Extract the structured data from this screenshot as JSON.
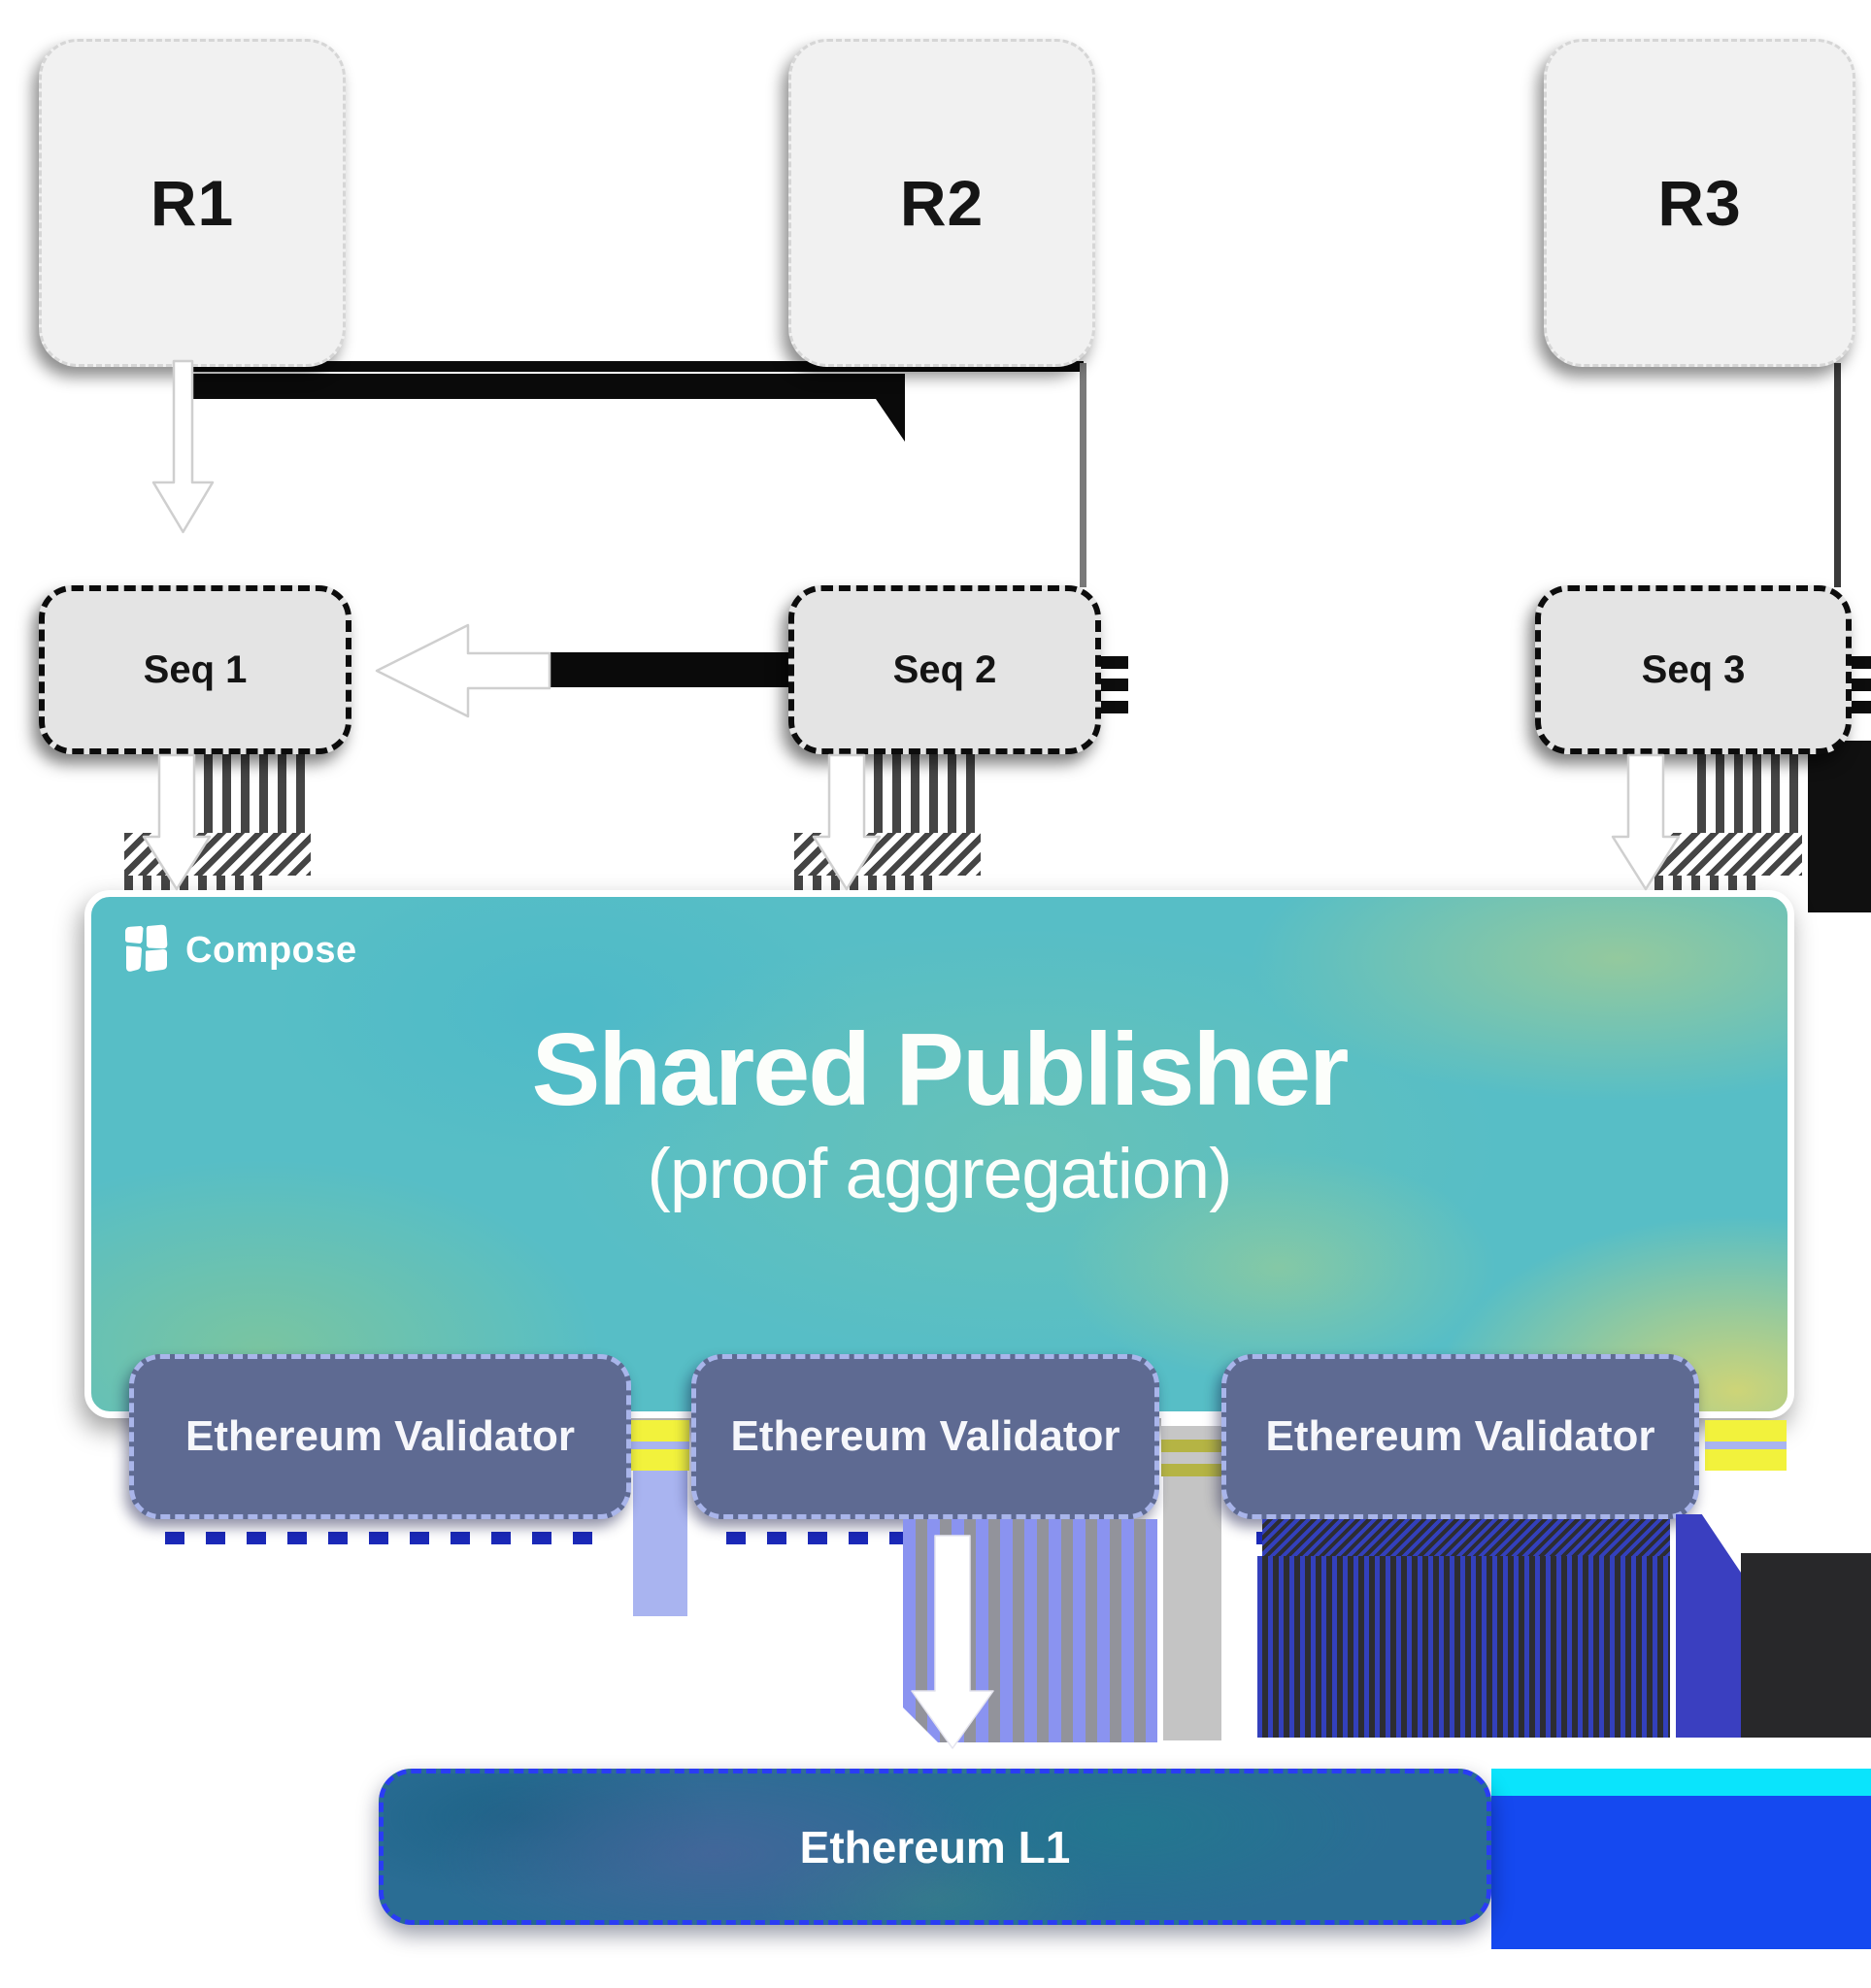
{
  "diagram": {
    "rollups": [
      {
        "label": "R1"
      },
      {
        "label": "R2"
      },
      {
        "label": "R3"
      }
    ],
    "sequencers": [
      {
        "label": "Seq 1"
      },
      {
        "label": "Seq 2"
      },
      {
        "label": "Seq 3"
      }
    ],
    "publisher": {
      "brand": "Compose",
      "title": "Shared Publisher",
      "subtitle": "(proof aggregation)"
    },
    "validators": [
      {
        "label": "Ethereum Validator"
      },
      {
        "label": "Ethereum Validator"
      },
      {
        "label": "Ethereum Validator"
      }
    ],
    "l1": {
      "label": "Ethereum L1"
    },
    "colors": {
      "rollup_fill": "#f1f1f1",
      "sequencer_fill": "#e4e4e4",
      "publisher_teal": "#57bec6",
      "validator_fill": "#5e6a92",
      "validator_border": "#a9b5ea",
      "accent_periwinkle": "#a9b4f0",
      "accent_yellow": "#f2f23c",
      "accent_navy": "#3340bc",
      "l1_fill": "#2a6d94",
      "l1_border": "#2a3cf4",
      "connector_black": "#0a0a0a",
      "arrow_white": "#ffffff"
    }
  }
}
